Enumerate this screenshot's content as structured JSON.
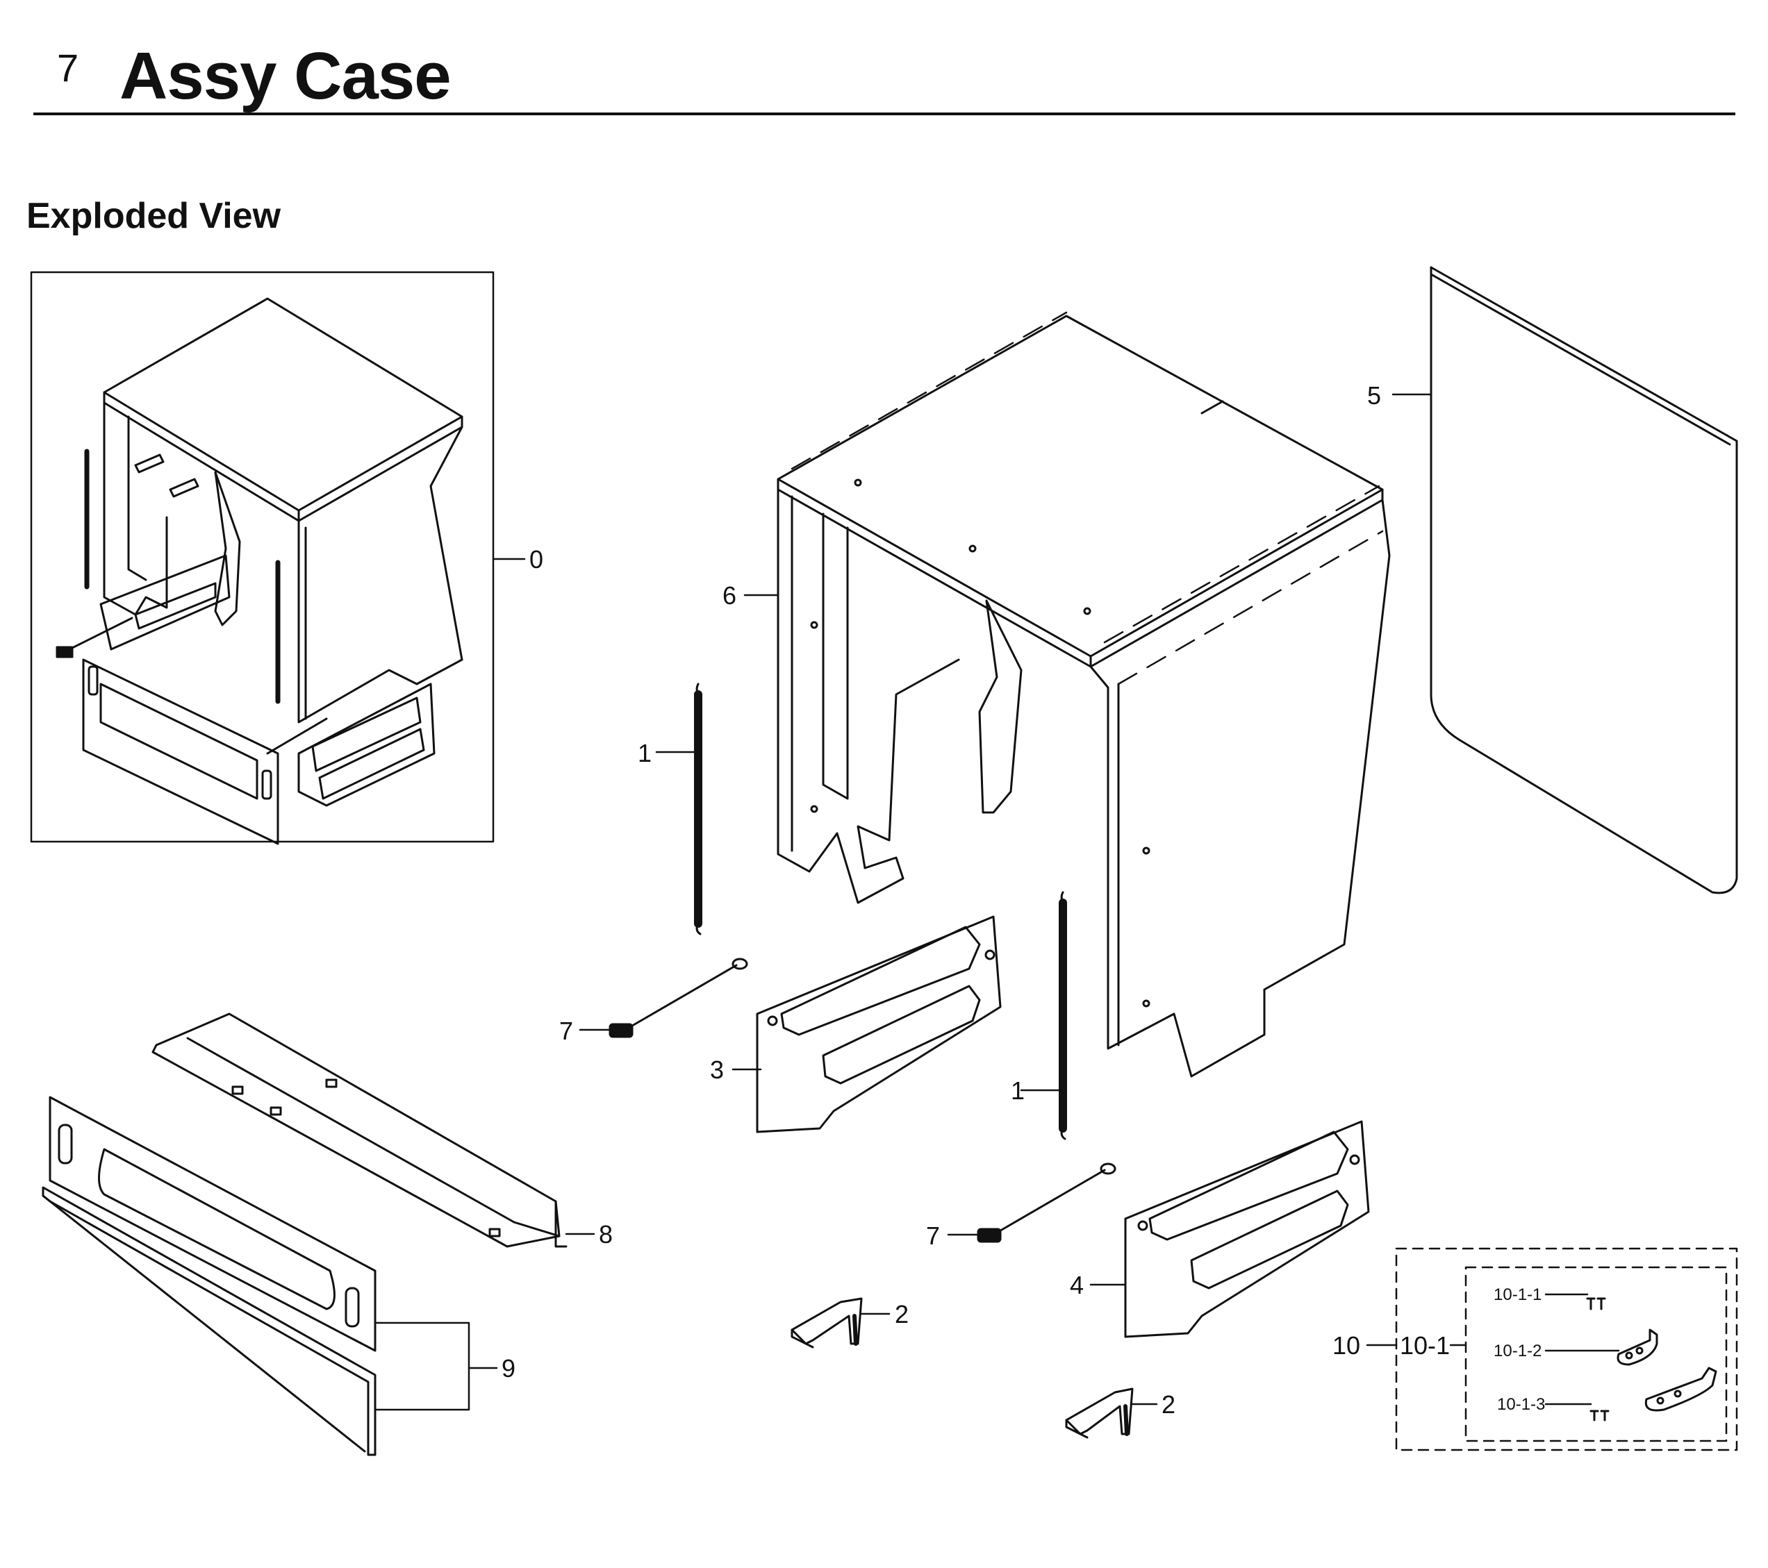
{
  "header": {
    "section_number": "7",
    "title": "Assy Case"
  },
  "subtitle": "Exploded View",
  "callouts": {
    "c0": "0",
    "c1a": "1",
    "c1b": "1",
    "c2a": "2",
    "c2b": "2",
    "c3": "3",
    "c4": "4",
    "c5": "5",
    "c6": "6",
    "c7a": "7",
    "c7b": "7",
    "c8": "8",
    "c9": "9",
    "c10": "10",
    "c10_1": "10-1",
    "c10_1_1": "10-1-1",
    "c10_1_2": "10-1-2",
    "c10_1_3": "10-1-3"
  }
}
